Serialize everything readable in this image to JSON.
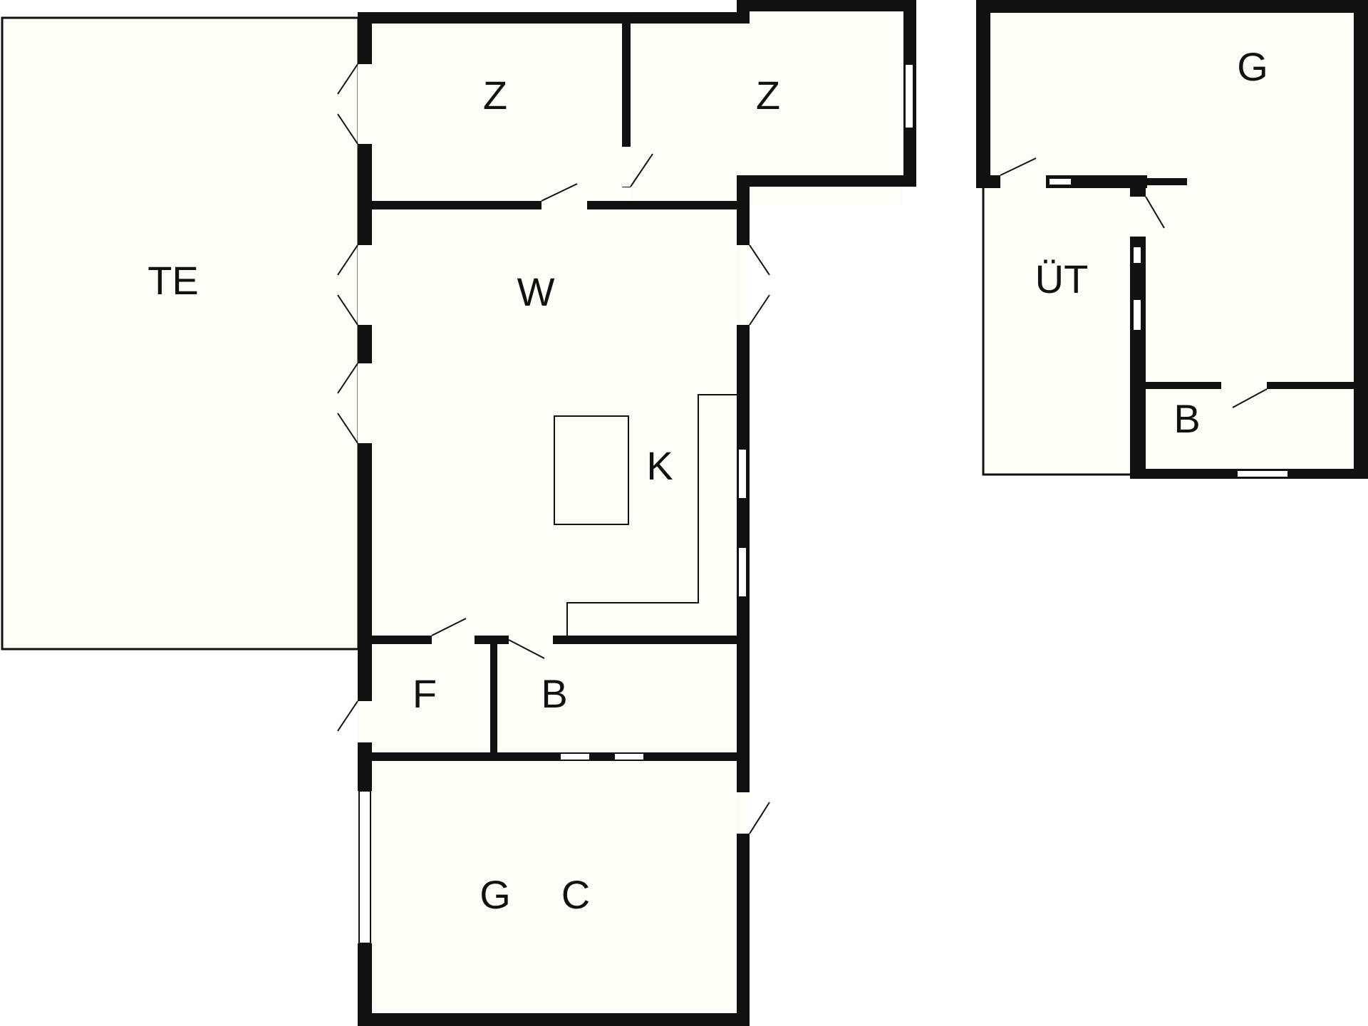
{
  "rooms": {
    "terrace": "TE",
    "room_left": "Z",
    "room_right": "Z",
    "living": "W",
    "kitchen": "K",
    "hallway": "F",
    "bath": "B",
    "garage_left": "G",
    "garage_right": "C",
    "outbuilding_main": "G",
    "outbuilding_utility": "ÜT",
    "outbuilding_bath": "B"
  },
  "colors": {
    "wall": "#111111",
    "floor": "#fdfdf8",
    "background": "#ffffff"
  }
}
